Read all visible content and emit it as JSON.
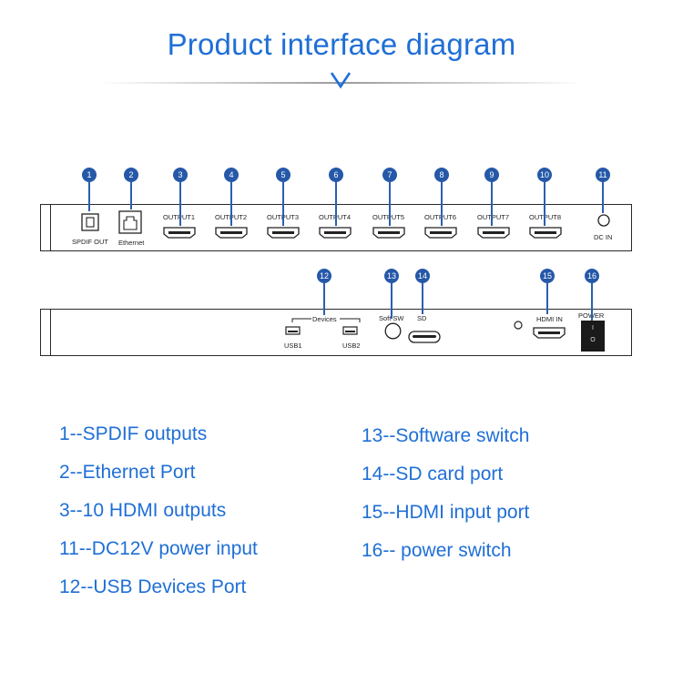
{
  "title": "Product interface diagram",
  "front_panel": {
    "spdif_label": "SPDIF OUT",
    "ethernet_label": "Ethernet",
    "outputs": [
      "OUTPUT1",
      "OUTPUT2",
      "OUTPUT3",
      "OUTPUT4",
      "OUTPUT5",
      "OUTPUT6",
      "OUTPUT7",
      "OUTPUT8"
    ],
    "dc_label": "DC IN"
  },
  "back_panel": {
    "devices_label": "Devices",
    "usb1_label": "USB1",
    "usb2_label": "USB2",
    "soft_sw_label": "Soft SW",
    "sd_label": "SD",
    "hdmi_in_label": "HDMI IN",
    "power_label": "POWER",
    "switch_on": "I",
    "switch_off": "O"
  },
  "callouts": [
    "1",
    "2",
    "3",
    "4",
    "5",
    "6",
    "7",
    "8",
    "9",
    "10",
    "11",
    "12",
    "13",
    "14",
    "15",
    "16"
  ],
  "legend_left": [
    "1--SPDIF outputs",
    "2--Ethernet Port",
    "3--10 HDMI outputs",
    "11--DC12V power input",
    "12--USB Devices Port"
  ],
  "legend_right": [
    "13--Software switch",
    "14--SD card port",
    "15--HDMI input port",
    "16-- power switch"
  ],
  "colors": {
    "accent": "#1f6fd6",
    "badge": "#2558a8",
    "line": "#2a2a2a"
  }
}
